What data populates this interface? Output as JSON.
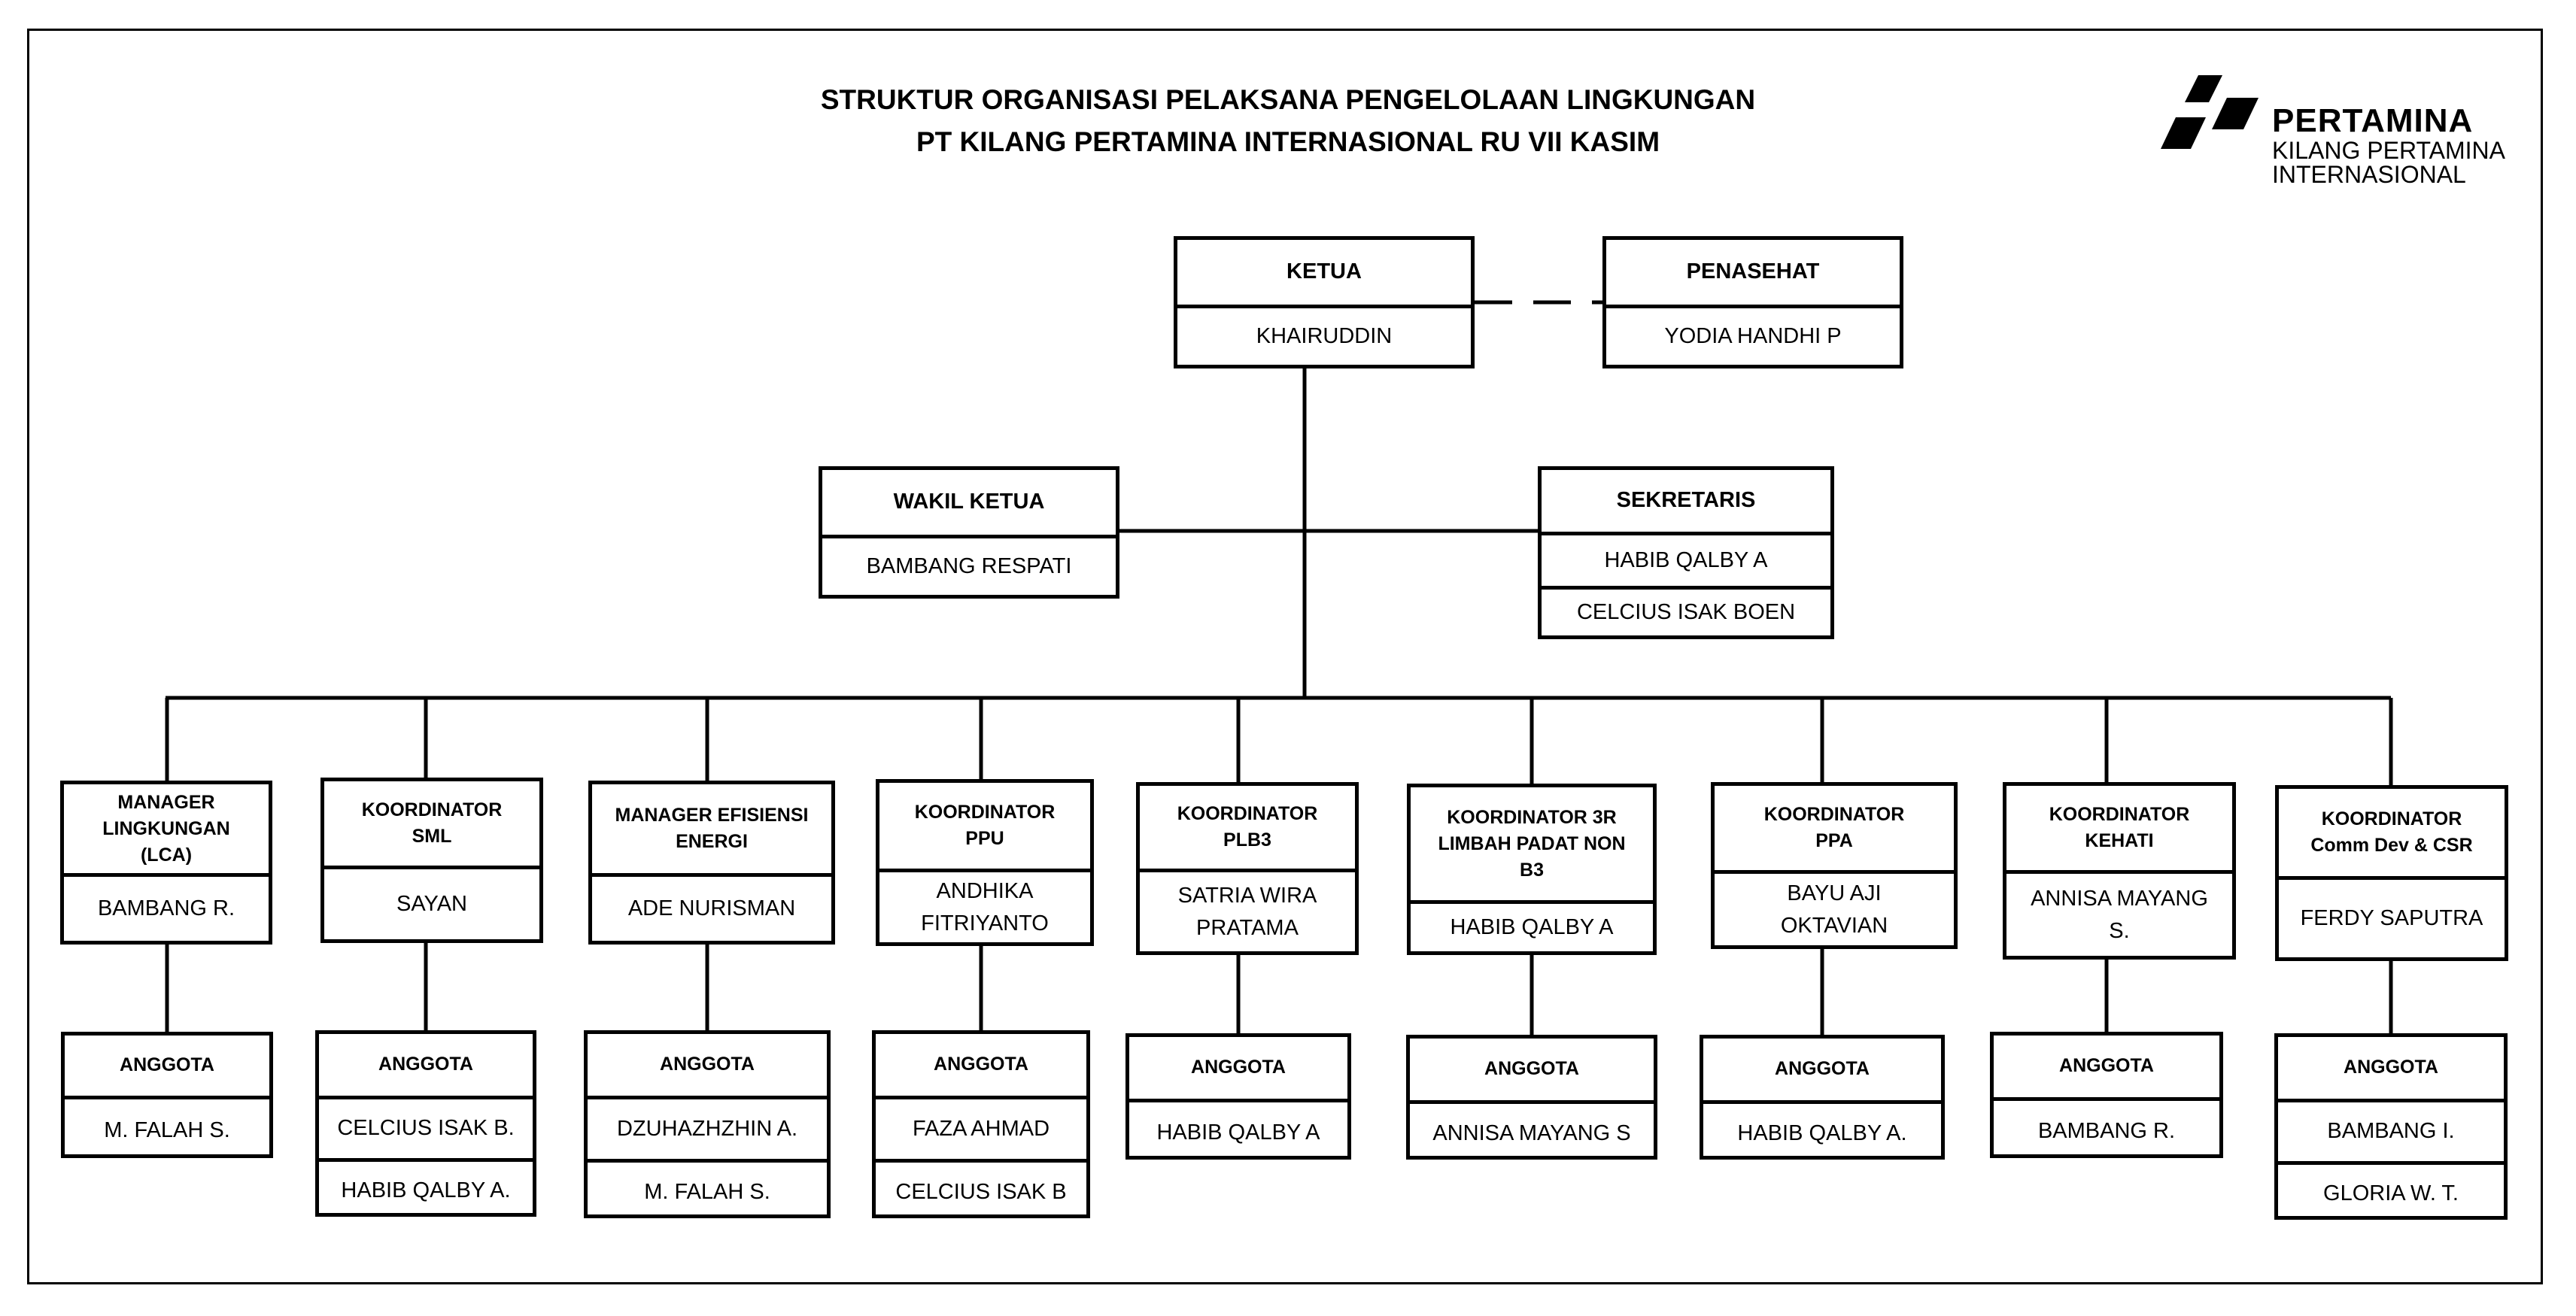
{
  "header": {
    "title_line1": "STRUKTUR ORGANISASI PELAKSANA PENGELOLAAN LINGKUNGAN",
    "title_line2": "PT KILANG PERTAMINA INTERNASIONAL RU VII KASIM"
  },
  "logo": {
    "icon": "pertamina-logo-icon",
    "name": "PERTAMINA",
    "sub_line1": "KILANG PERTAMINA",
    "sub_line2": "INTERNASIONAL",
    "colors": {
      "mark": "#000000"
    }
  },
  "top": {
    "ketua": {
      "title": "KETUA",
      "name": "KHAIRUDDIN"
    },
    "penasehat": {
      "title": "PENASEHAT",
      "name": "YODIA HANDHI P"
    },
    "wakil_ketua": {
      "title": "WAKIL KETUA",
      "name": "BAMBANG RESPATI"
    },
    "sekretaris": {
      "title": "SEKRETARIS",
      "names": [
        "HABIB QALBY A",
        "CELCIUS ISAK BOEN"
      ]
    }
  },
  "units": [
    {
      "title": "MANAGER\nLINGKUNGAN\n(LCA)",
      "name": "BAMBANG R.",
      "member_title": "ANGGOTA",
      "members": [
        "M. FALAH S."
      ]
    },
    {
      "title": "KOORDINATOR\nSML",
      "name": "SAYAN",
      "member_title": "ANGGOTA",
      "members": [
        "CELCIUS ISAK B.",
        "HABIB QALBY A."
      ]
    },
    {
      "title": "MANAGER EFISIENSI\nENERGI",
      "name": "ADE NURISMAN",
      "member_title": "ANGGOTA",
      "members": [
        "DZUHAZHZHIN A.",
        "M. FALAH S."
      ]
    },
    {
      "title": "KOORDINATOR\nPPU",
      "name": "ANDHIKA\nFITRIYANTO",
      "member_title": "ANGGOTA",
      "members": [
        "FAZA AHMAD",
        "CELCIUS ISAK B"
      ]
    },
    {
      "title": "KOORDINATOR\nPLB3",
      "name": "SATRIA WIRA\nPRATAMA",
      "member_title": "ANGGOTA",
      "members": [
        "HABIB QALBY A"
      ]
    },
    {
      "title": "KOORDINATOR 3R\nLIMBAH PADAT NON\nB3",
      "name": "HABIB QALBY A",
      "member_title": "ANGGOTA",
      "members": [
        "ANNISA MAYANG S"
      ]
    },
    {
      "title": "KOORDINATOR\nPPA",
      "name": "BAYU AJI\nOKTAVIAN",
      "member_title": "ANGGOTA",
      "members": [
        "HABIB QALBY A."
      ]
    },
    {
      "title": "KOORDINATOR\nKEHATI",
      "name": "ANNISA MAYANG\nS.",
      "member_title": "ANGGOTA",
      "members": [
        "BAMBANG R."
      ]
    },
    {
      "title": "KOORDINATOR\nComm Dev & CSR",
      "name": "FERDY SAPUTRA",
      "member_title": "ANGGOTA",
      "members": [
        "BAMBANG I.",
        "GLORIA W. T."
      ]
    }
  ]
}
